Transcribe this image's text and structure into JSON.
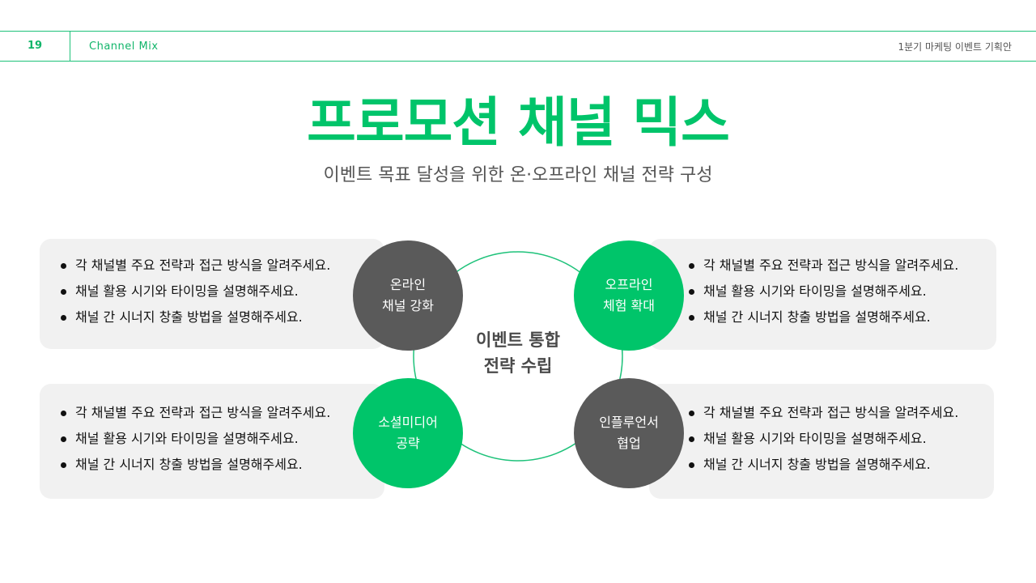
{
  "header": {
    "page_number": "19",
    "section": "Channel Mix",
    "doc_title": "1분기 마케팅 이벤트 기획안"
  },
  "title": "프로모션 채널 믹스",
  "subtitle": "이벤트 목표 달성을 위한 온·오프라인 채널 전략 구성",
  "center": {
    "line1": "이벤트 통합",
    "line2": "전략 수립"
  },
  "nodes": [
    {
      "line1": "온라인",
      "line2": "채널 강화",
      "color": "#5a5a5a"
    },
    {
      "line1": "오프라인",
      "line2": "체험 확대",
      "color": "#00c56a"
    },
    {
      "line1": "소셜미디어",
      "line2": "공략",
      "color": "#00c56a"
    },
    {
      "line1": "인플루언서",
      "line2": "협업",
      "color": "#5a5a5a"
    }
  ],
  "cards": [
    {
      "items": [
        "각 채널별 주요 전략과 접근 방식을 알려주세요.",
        "채널 활용 시기와 타이밍을 설명해주세요.",
        "채널 간 시너지 창출 방법을 설명해주세요."
      ]
    },
    {
      "items": [
        "각 채널별 주요 전략과 접근 방식을 알려주세요.",
        "채널 활용 시기와 타이밍을 설명해주세요.",
        "채널 간 시너지 창출 방법을 설명해주세요."
      ]
    },
    {
      "items": [
        "각 채널별 주요 전략과 접근 방식을 알려주세요.",
        "채널 활용 시기와 타이밍을 설명해주세요.",
        "채널 간 시너지 창출 방법을 설명해주세요."
      ]
    },
    {
      "items": [
        "각 채널별 주요 전략과 접근 방식을 알려주세요.",
        "채널 활용 시기와 타이밍을 설명해주세요.",
        "채널 간 시너지 창출 방법을 설명해주세요."
      ]
    }
  ],
  "colors": {
    "accent": "#00c46a",
    "dark": "#5a5a5a",
    "card_bg": "#f1f1f1"
  }
}
